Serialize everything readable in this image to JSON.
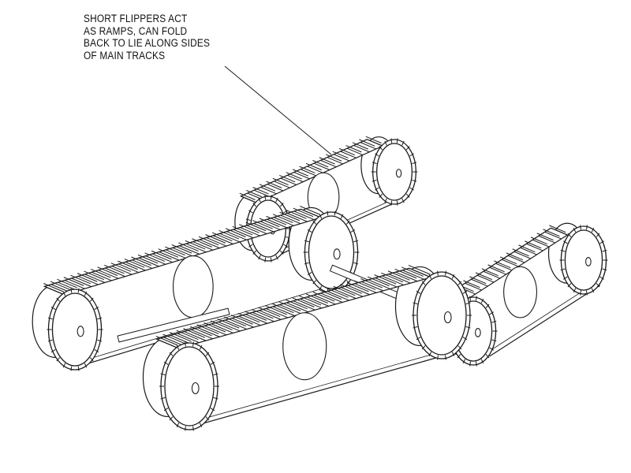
{
  "callout": {
    "lines": [
      "SHORT FLIPPERS ACT",
      "AS RAMPS, CAN FOLD",
      "BACK TO LIE ALONG SIDES",
      "OF MAIN TRACKS"
    ]
  },
  "drawing": {
    "subject": "tracked robot chassis with main tracks and flipper tracks",
    "line_color": "#1a1a1a",
    "background": "#ffffff"
  }
}
